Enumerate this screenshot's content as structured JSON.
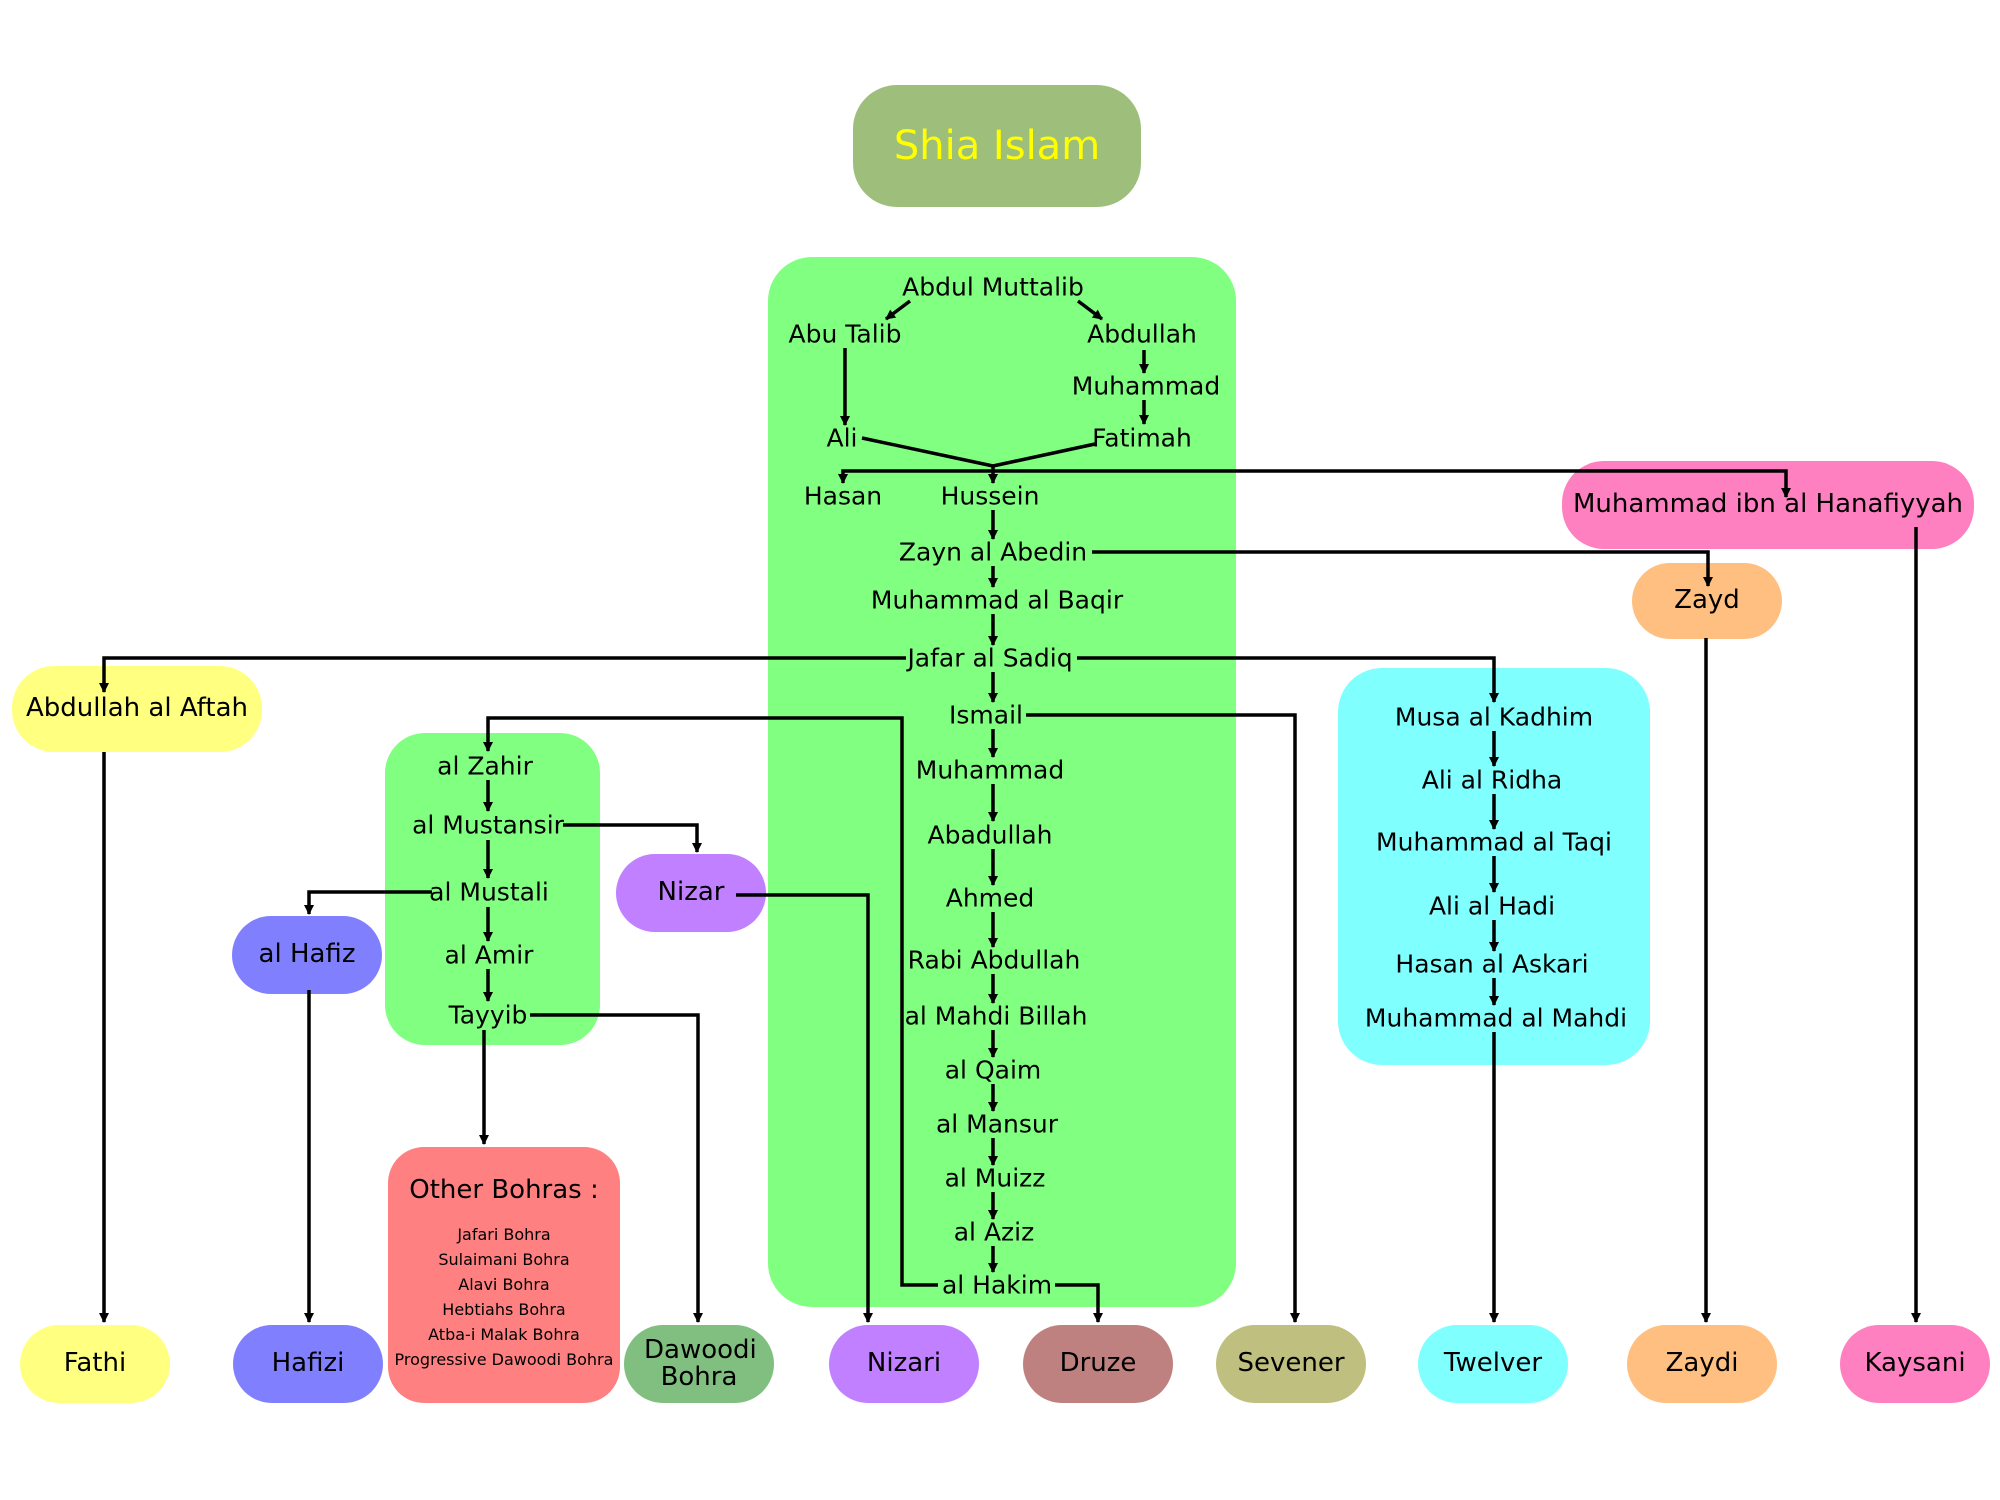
{
  "title": "Shia Islam",
  "colors": {
    "title_bg": "#9dbf7b",
    "title_text": "#ffff00",
    "main_green": "#80ff80",
    "cyan": "#80ffff",
    "yellow": "#ffff80",
    "pink": "#ff80c0",
    "orange": "#ffbf80",
    "violet": "#c080ff",
    "blue": "#8080ff",
    "salmon": "#ff8080",
    "sage": "#80bf80",
    "rose": "#bf8080",
    "olive": "#bfbf80",
    "line": "#000000"
  },
  "lineage": {
    "abdul_muttalib": "Abdul Muttalib",
    "abu_talib": "Abu Talib",
    "abdullah": "Abdullah",
    "muhammad_prophet": "Muhammad",
    "ali": "Ali",
    "fatimah": "Fatimah",
    "hasan": "Hasan",
    "hussein": "Hussein",
    "zayn": "Zayn al Abedin",
    "baqir": "Muhammad al Baqir",
    "jafar": "Jafar al Sadiq",
    "ismail": "Ismail",
    "muhammad_ismaili": "Muhammad",
    "abadullah": "Abadullah",
    "ahmed": "Ahmed",
    "rabi": "Rabi Abdullah",
    "mahdi_billah": "al Mahdi Billah",
    "qaim": "al Qaim",
    "mansur": "al Mansur",
    "muizz": "al Muizz",
    "aziz": "al Aziz",
    "hakim": "al Hakim"
  },
  "fatimid": {
    "zahir": "al Zahir",
    "mustansir": "al Mustansir",
    "mustali": "al Mustali",
    "amir": "al Amir",
    "tayyib": "Tayyib"
  },
  "twelver_line": {
    "musa": "Musa al Kadhim",
    "ridha": "Ali al Ridha",
    "taqi": "Muhammad al Taqi",
    "hadi": "Ali al Hadi",
    "askari": "Hasan al Askari",
    "mahdi": "Muhammad al Mahdi"
  },
  "side_nodes": {
    "hanafiyyah": "Muhammad ibn al Hanafiyyah",
    "zayd": "Zayd",
    "aftah": "Abdullah al Aftah",
    "nizar": "Nizar",
    "hafiz": "al Hafiz"
  },
  "other_bohras": {
    "heading": "Other Bohras :",
    "items": [
      "Jafari Bohra",
      "Sulaimani Bohra",
      "Alavi Bohra",
      "Hebtiahs Bohra",
      "Atba-i Malak Bohra",
      "Progressive Dawoodi Bohra"
    ]
  },
  "sects": {
    "fathi": "Fathi",
    "hafizi": "Hafizi",
    "dawoodi": "Dawoodi Bohra",
    "nizari": "Nizari",
    "druze": "Druze",
    "sevener": "Sevener",
    "twelver": "Twelver",
    "zaydi": "Zaydi",
    "kaysani": "Kaysani"
  }
}
